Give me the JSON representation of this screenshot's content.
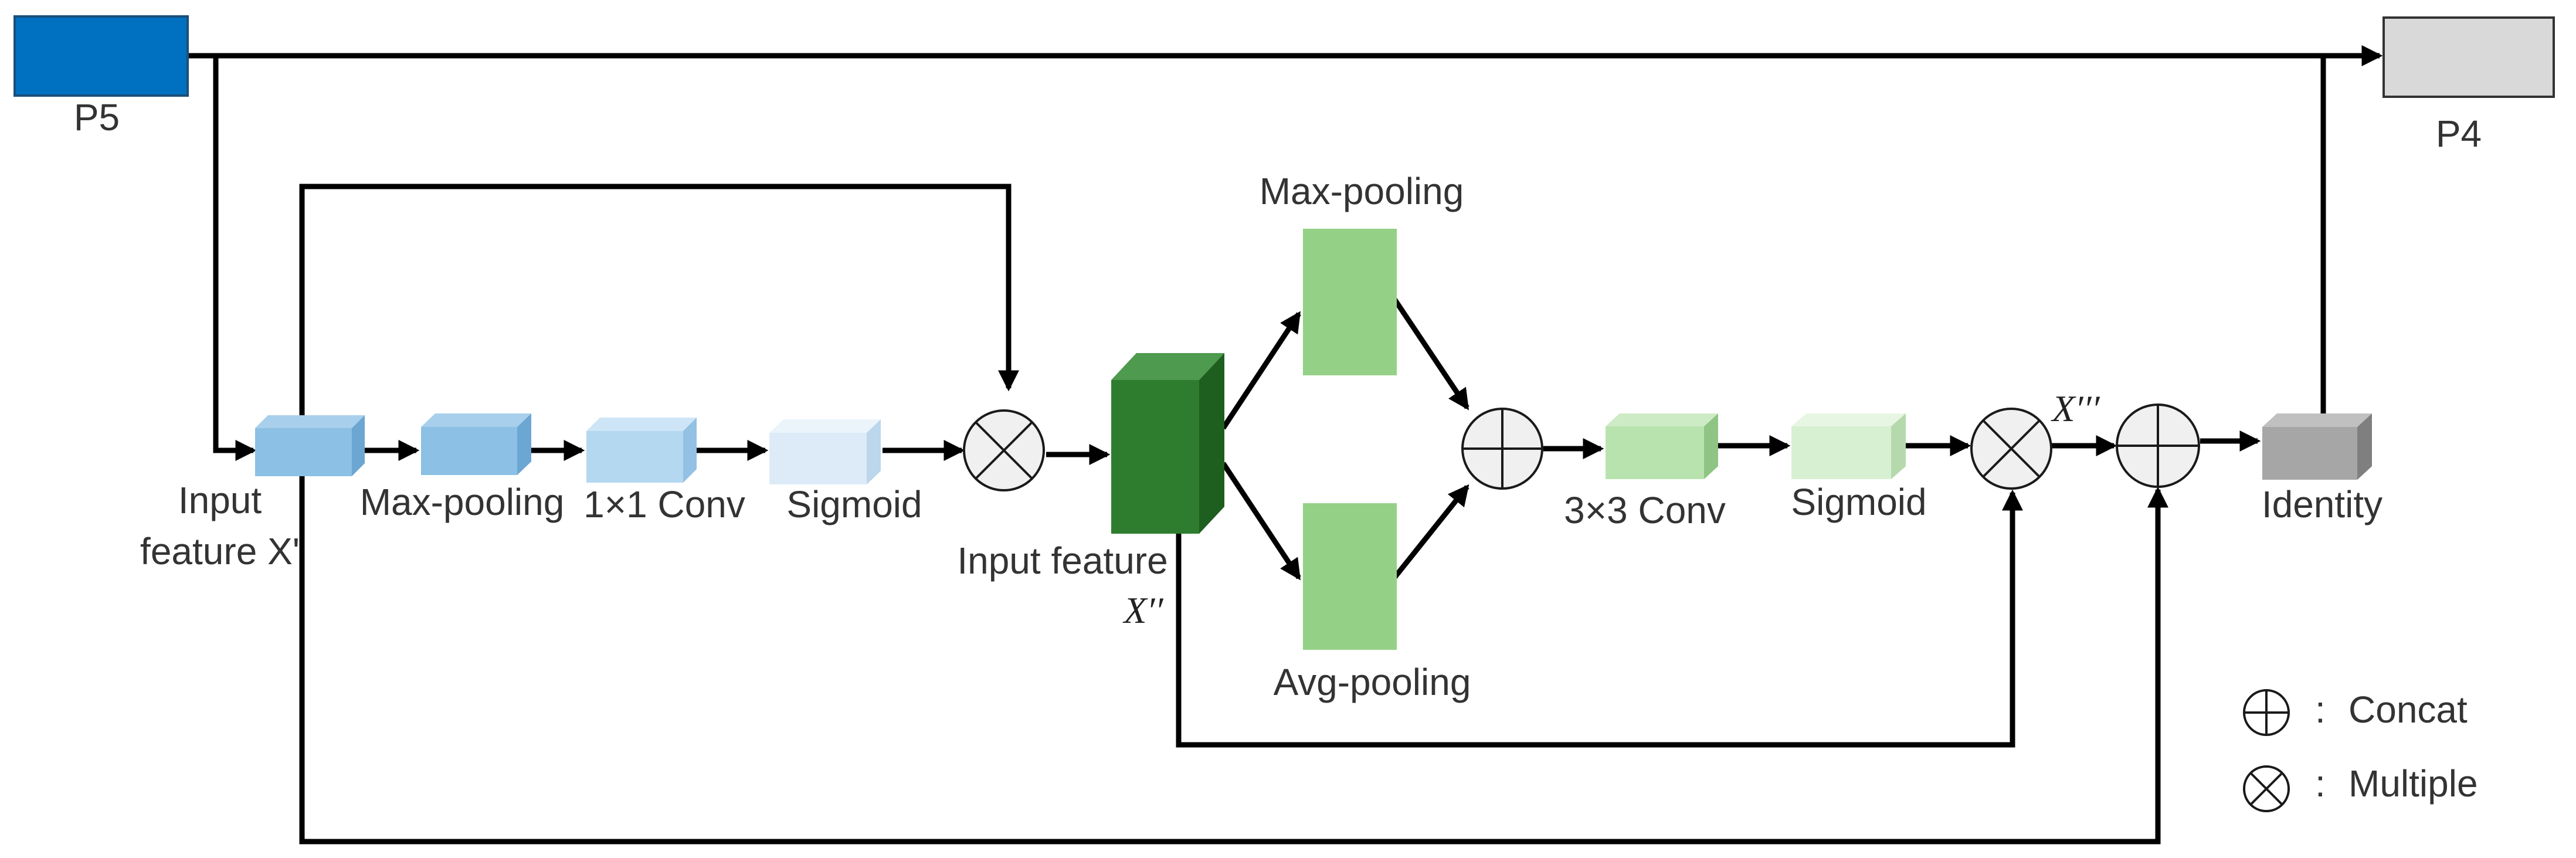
{
  "nodes": {
    "p5": {
      "label": "P5",
      "color": "#0070c0"
    },
    "p4": {
      "label": "P4",
      "color": "#d9d9d9"
    },
    "input_x1": {
      "label_line1": "Input",
      "label_line2": "feature X'",
      "color": "#8cc0e4"
    },
    "maxpool_blue": {
      "label": "Max-pooling",
      "color": "#8cc0e4"
    },
    "conv1x1": {
      "label": "1×1 Conv",
      "color": "#b4d8f0"
    },
    "sigmoid_blue": {
      "label": "Sigmoid",
      "color": "#dcebf7"
    },
    "input_x2": {
      "label_line1": "Input feature",
      "label_line2": "X′′",
      "color": "#2e7d2e"
    },
    "maxpool_green": {
      "label": "Max-pooling",
      "color": "#94d186"
    },
    "avgpool_green": {
      "label": "Avg-pooling",
      "color": "#94d186"
    },
    "conv3x3": {
      "label": "3×3 Conv",
      "color": "#b8e3af"
    },
    "sigmoid_green": {
      "label": "Sigmoid",
      "color": "#d8f0d2"
    },
    "x3": {
      "label": "X′′′"
    },
    "identity": {
      "label": "Identity",
      "color": "#a6a6a6"
    }
  },
  "legend": {
    "concat": {
      "separator": ":",
      "label": "Concat"
    },
    "multiple": {
      "separator": ":",
      "label": "Multiple"
    }
  }
}
